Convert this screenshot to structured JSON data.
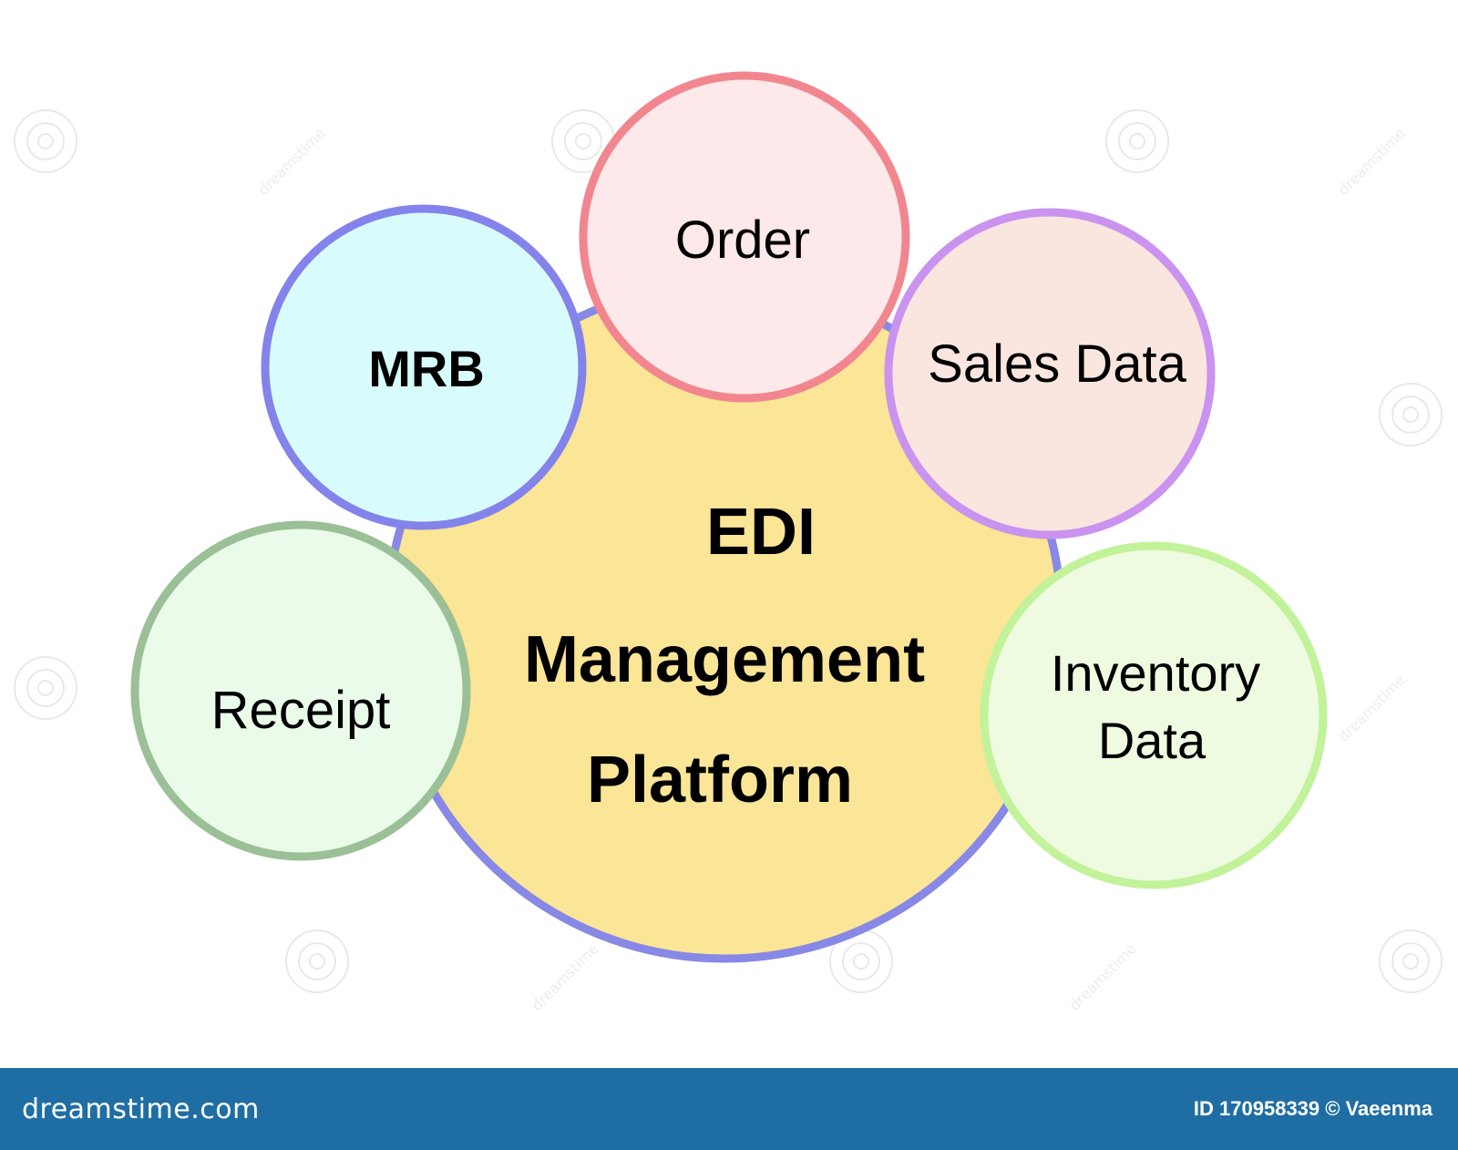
{
  "diagram": {
    "center": {
      "lines": [
        "EDI",
        "Management",
        "Platform"
      ],
      "fill": "#fbe596",
      "stroke": "#8888e6"
    },
    "nodes": [
      {
        "id": "order",
        "lines": [
          "Order"
        ],
        "fill": "#fde8ea",
        "stroke": "#f2868f"
      },
      {
        "id": "mrb",
        "lines": [
          "MRB"
        ],
        "fill": "#d8fbfb",
        "stroke": "#8383eb"
      },
      {
        "id": "sales-data",
        "lines": [
          "Sales Data"
        ],
        "fill": "#fbe6df",
        "stroke": "#c993ef"
      },
      {
        "id": "receipt",
        "lines": [
          "Receipt"
        ],
        "fill": "#eafbea",
        "stroke": "#9bbf96"
      },
      {
        "id": "inventory-data",
        "lines": [
          "Inventory",
          "Data"
        ],
        "fill": "#eefbe0",
        "stroke": "#c2f29a"
      }
    ]
  },
  "watermark": {
    "text": "dreamstime"
  },
  "footer": {
    "brand": "dreamstime.com",
    "credit": "ID 170958339 © Vaeenma",
    "background": "#1f6ea3"
  }
}
